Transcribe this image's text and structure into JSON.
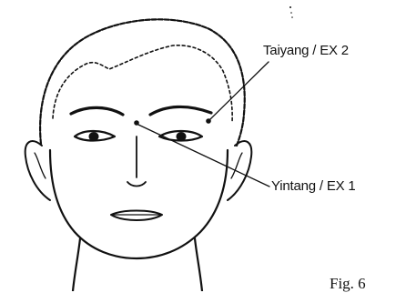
{
  "labels": {
    "taiyang": "Taiyang / EX 2",
    "yintang": "Yintang / EX 1"
  },
  "caption": "Fig. 6",
  "colors": {
    "ink": "#111111",
    "background": "#ffffff"
  }
}
